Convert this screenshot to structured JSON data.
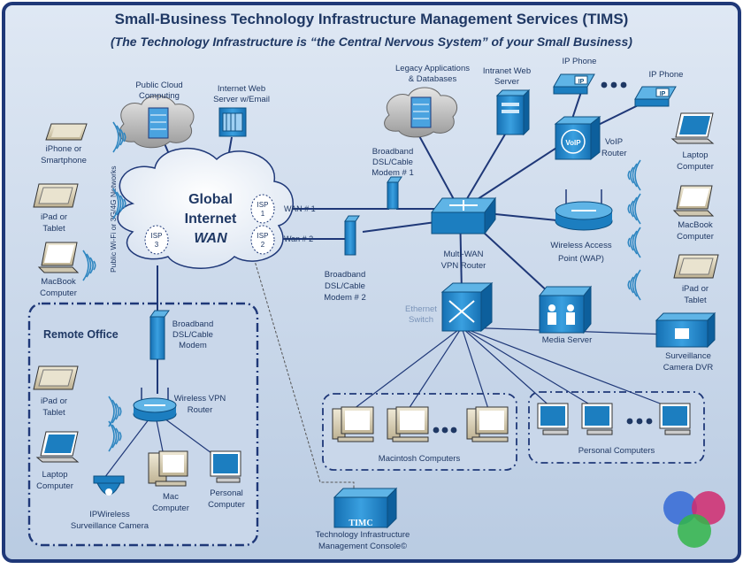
{
  "title": "Small-Business Technology Infrastructure Management Services (TIMS)",
  "subtitle": "(The Technology Infrastructure is “the Central Nervous System” of your Small Business)",
  "cloud": {
    "line1": "Global",
    "line2": "Internet",
    "line3": "WAN",
    "isp1": [
      "ISP",
      "1"
    ],
    "isp2": [
      "ISP",
      "2"
    ],
    "isp3": [
      "ISP",
      "3"
    ]
  },
  "nodes": {
    "public_cloud": [
      "Public Cloud",
      "Computing"
    ],
    "internet_web_server": [
      "Internet Web",
      "Server w/Email"
    ],
    "legacy_apps": [
      "Legacy Applications",
      "& Databases"
    ],
    "intranet_server": [
      "Intranet Web",
      "Server"
    ],
    "ip_phone_1": "IP Phone",
    "ip_phone_2": "IP Phone",
    "voip_router": [
      "VoIP",
      "Router"
    ],
    "voip_label": "VoIP",
    "modem1": [
      "Broadband",
      "DSL/Cable",
      "Modem # 1"
    ],
    "modem2": [
      "Broadband",
      "DSL/Cable",
      "Modem # 2"
    ],
    "wan1": "WAN # 1",
    "wan2": "Wan # 2",
    "multiwan_router": [
      "Multi-WAN",
      "VPN Router"
    ],
    "wap": [
      "Wireless Access",
      "Point (WAP)"
    ],
    "laptop_right": [
      "Laptop",
      "Computer"
    ],
    "macbook_right": [
      "MacBook",
      "Computer"
    ],
    "ipad_right": [
      "iPad or",
      "Tablet"
    ],
    "dvr": [
      "Surveillance",
      "Camera DVR"
    ],
    "media_server": "Media Server",
    "ethernet_switch": [
      "Ethernet",
      "Switch"
    ],
    "iphone": [
      "iPhone or",
      "Smartphone"
    ],
    "ipad_left": [
      "iPad or",
      "Tablet"
    ],
    "macbook_left": [
      "MacBook",
      "Computer"
    ],
    "public_wifi": "Public Wi-Fi or 3G/4G Networks",
    "mac_group": "Macintosh Computers",
    "pc_group": "Personal Computers",
    "timc": [
      "Technology Infrastructure",
      "Management Console©"
    ],
    "timc_label": "TIMC"
  },
  "remote_office": {
    "title": "Remote Office",
    "modem": [
      "Broadband",
      "DSL/Cable",
      "Modem"
    ],
    "vpn_router": [
      "Wireless VPN",
      "Router"
    ],
    "ipad": [
      "iPad or",
      "Tablet"
    ],
    "laptop": [
      "Laptop",
      "Computer"
    ],
    "mac": [
      "Mac",
      "Computer"
    ],
    "pc": [
      "Personal",
      "Computer"
    ],
    "camera": [
      "IPWireless",
      "Surveillance Camera"
    ]
  },
  "colors": {
    "frame": "#1f3878",
    "title": "#1f3864",
    "accent": "#1c7ec0",
    "cloud": "#ffffff",
    "panel": "#c9d7ea"
  }
}
